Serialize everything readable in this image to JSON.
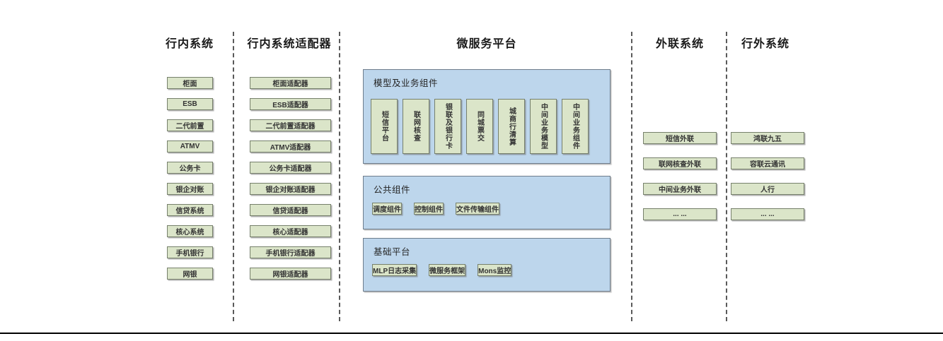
{
  "diagram": {
    "columns": [
      {
        "id": "internal",
        "title": "行内系统",
        "boxes": [
          "柜面",
          "ESB",
          "二代前置",
          "ATMV",
          "公务卡",
          "银企对账",
          "信贷系统",
          "核心系统",
          "手机银行",
          "网银"
        ]
      },
      {
        "id": "adapter",
        "title": "行内系统适配器",
        "boxes": [
          "柜面适配器",
          "ESB适配器",
          "二代前置适配器",
          "ATMV适配器",
          "公务卡适配器",
          "银企对账适配器",
          "信贷适配器",
          "核心适配器",
          "手机银行适配器",
          "网银适配器"
        ]
      },
      {
        "id": "platform",
        "title": "微服务平台",
        "groups": [
          {
            "label": "模型及业务组件",
            "boxes": [
              "短信平台",
              "联网核查",
              "银联及银行卡",
              "同城票交",
              "城商行清算",
              "中间业务模型",
              "中间业务组件"
            ]
          },
          {
            "label": "公共组件",
            "boxes": [
              "调度组件",
              "控制组件",
              "文件传输组件"
            ]
          },
          {
            "label": "基础平台",
            "boxes": [
              "MLP日志采集",
              "微服务框架",
              "Mons监控"
            ]
          }
        ]
      },
      {
        "id": "extlink",
        "title": "外联系统",
        "boxes": [
          "短信外联",
          "联网核查外联",
          "中间业务外联",
          "... ..."
        ]
      },
      {
        "id": "outside",
        "title": "行外系统",
        "boxes": [
          "鸿联九五",
          "容联云通讯",
          "人行",
          "... ..."
        ]
      }
    ],
    "colors": {
      "box_fill": "#dbe5c9",
      "box_border": "#76806b",
      "panel_fill": "#bdd6ec",
      "panel_border": "#6e7d8c",
      "divider": "#595959",
      "bottom_line": "#000000",
      "text": "#333333"
    }
  }
}
